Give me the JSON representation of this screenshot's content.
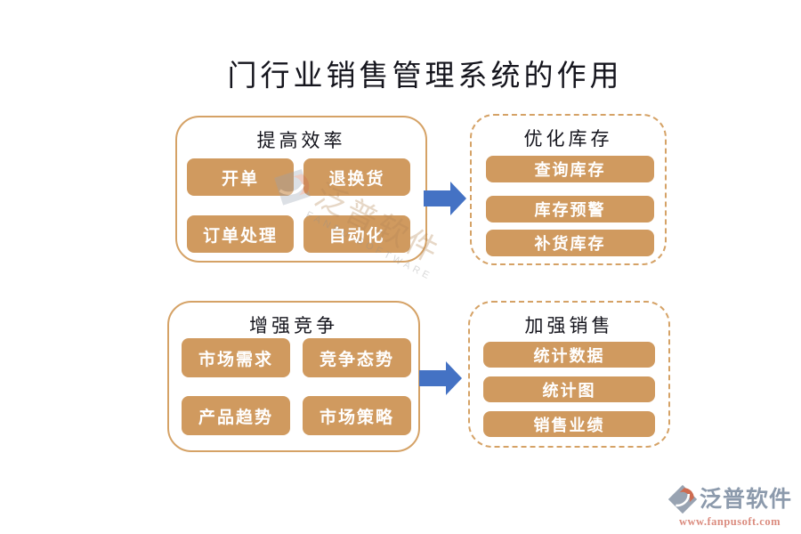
{
  "title": "门行业销售管理系统的作用",
  "colors": {
    "accent_tan": "#D09A5F",
    "box_border": "#D5A266",
    "arrow_blue": "#4472C4",
    "heading_ink": "#15151d",
    "button_text": "#FFFFFF",
    "logo_gray": "#8C9AAC",
    "logo_orange": "#CE6B50",
    "url_salmon": "#DB8C7F"
  },
  "groups": [
    {
      "title": "提高效率",
      "border": "solid",
      "items": [
        "开单",
        "退换货",
        "订单处理",
        "自动化"
      ]
    },
    {
      "title": "优化库存",
      "border": "dashed",
      "items": [
        "查询库存",
        "库存预警",
        "补货库存"
      ]
    },
    {
      "title": "增强竞争",
      "border": "solid",
      "items": [
        "市场需求",
        "竞争态势",
        "产品趋势",
        "市场策略"
      ]
    },
    {
      "title": "加强销售",
      "border": "dashed",
      "items": [
        "统计数据",
        "统计图",
        "销售业绩"
      ]
    }
  ],
  "icons": {
    "arrow": "arrow-right-icon",
    "logo": "fanpu-logo-icon"
  },
  "watermark": {
    "text": "泛普软件",
    "subtext": "FANPU SOFTWARE"
  },
  "footer": {
    "brand": "泛普软件",
    "url": "www.fanpusoft.com"
  }
}
